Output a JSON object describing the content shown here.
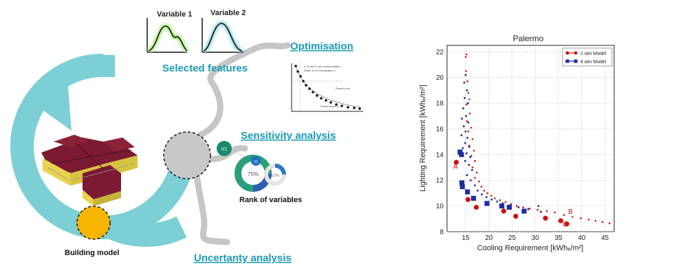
{
  "diagram": {
    "headings": {
      "optimisation": "Optimisation",
      "selected_features": "Selected features",
      "sensitivity": "Sensitivity analysis",
      "uncertainty": "Uncertanty analysis",
      "rank": "Rank of variables",
      "building": "Building model"
    },
    "variables": [
      "Variable 1",
      "Variable 2"
    ],
    "donut": {
      "badge": "V1",
      "inner_badge": "V2",
      "main_pct": "75%",
      "small_pct": "10%"
    },
    "pareto_mini": {
      "note_line1": "A, B and D are nondominated",
      "note_line2": "Either B or D dominates C",
      "front_label": "Pareto front",
      "solution_label": "Pareto solution"
    },
    "colors": {
      "accent": "#1a9bb5",
      "ring": "#7ccfd4",
      "node": "#c8c8c8",
      "building_dot": "#f7b500",
      "grey_link": "#c0c0c0"
    }
  },
  "chart_data": {
    "type": "scatter",
    "title": "Palermo",
    "xlabel": "Cooling Requirement  [kWhₑ/m²]",
    "ylabel": "Lighting Requirement  [kWhₑ/m²]",
    "xlim": [
      11,
      47
    ],
    "ylim": [
      8,
      22.5
    ],
    "xticks": [
      "15",
      "20",
      "25",
      "30",
      "35",
      "40",
      "45"
    ],
    "yticks": [
      "8",
      "10",
      "12",
      "14",
      "16",
      "18",
      "20",
      "22"
    ],
    "grid": true,
    "legend_position": "top-right",
    "annotations": [
      {
        "text": "A",
        "x": 12.8,
        "y": 12.9
      },
      {
        "text": "B",
        "x": 37.6,
        "y": 9.4
      },
      {
        "text": "C",
        "x": 36.4,
        "y": 8.4
      }
    ],
    "series": [
      {
        "name": "1 win Model",
        "color": "#cc1111",
        "marker": "circle",
        "highlighted": [
          [
            13.0,
            13.4
          ],
          [
            15.5,
            10.5
          ],
          [
            17.3,
            9.9
          ],
          [
            23.2,
            9.6
          ],
          [
            25.8,
            9.2
          ],
          [
            32.2,
            9.05
          ],
          [
            35.5,
            8.85
          ],
          [
            36.8,
            8.6
          ]
        ],
        "points": [
          [
            15.2,
            21.8
          ],
          [
            15.0,
            21.6
          ],
          [
            15.1,
            20.5
          ],
          [
            15.4,
            19.7
          ],
          [
            15.6,
            18.8
          ],
          [
            15.8,
            18.3
          ],
          [
            15.2,
            17.9
          ],
          [
            15.9,
            17.2
          ],
          [
            15.3,
            16.6
          ],
          [
            16.2,
            16.1
          ],
          [
            15.6,
            15.8
          ],
          [
            16.5,
            15.2
          ],
          [
            15.8,
            14.7
          ],
          [
            16.8,
            14.3
          ],
          [
            16.2,
            13.9
          ],
          [
            17.0,
            13.5
          ],
          [
            16.5,
            13.0
          ],
          [
            17.4,
            12.6
          ],
          [
            17.0,
            12.2
          ],
          [
            17.9,
            11.9
          ],
          [
            18.4,
            11.5
          ],
          [
            19.0,
            11.2
          ],
          [
            19.7,
            11.0
          ],
          [
            20.5,
            10.8
          ],
          [
            21.3,
            10.6
          ],
          [
            22.4,
            10.45
          ],
          [
            23.6,
            10.3
          ],
          [
            24.8,
            10.15
          ],
          [
            26.0,
            10.0
          ],
          [
            27.4,
            9.9
          ],
          [
            28.8,
            9.8
          ],
          [
            30.5,
            9.7
          ],
          [
            32.5,
            9.6
          ],
          [
            34.2,
            9.5
          ],
          [
            36.2,
            9.3
          ],
          [
            38.0,
            9.15
          ],
          [
            39.8,
            9.05
          ],
          [
            41.5,
            8.95
          ],
          [
            43.0,
            8.85
          ],
          [
            44.5,
            8.75
          ],
          [
            46.0,
            8.65
          ]
        ]
      },
      {
        "name": "4 win Model",
        "color": "#1f2d9e",
        "marker": "square",
        "highlighted": [
          [
            13.8,
            14.2
          ],
          [
            14.1,
            14.0
          ],
          [
            14.2,
            11.8
          ],
          [
            14.3,
            11.5
          ],
          [
            15.4,
            11.1
          ],
          [
            16.7,
            10.6
          ],
          [
            19.6,
            10.2
          ],
          [
            22.8,
            10.0
          ],
          [
            24.4,
            9.9
          ],
          [
            27.6,
            9.6
          ]
        ],
        "points": [
          [
            15.0,
            20.2
          ],
          [
            14.7,
            19.6
          ],
          [
            15.3,
            19.0
          ],
          [
            14.8,
            18.4
          ],
          [
            15.5,
            18.0
          ],
          [
            14.5,
            17.6
          ],
          [
            15.1,
            17.0
          ],
          [
            14.2,
            16.8
          ],
          [
            15.6,
            16.5
          ],
          [
            14.6,
            16.2
          ],
          [
            15.0,
            15.8
          ],
          [
            14.1,
            15.5
          ],
          [
            15.4,
            15.3
          ],
          [
            14.9,
            14.9
          ],
          [
            15.8,
            14.6
          ],
          [
            14.4,
            14.5
          ],
          [
            15.2,
            14.1
          ],
          [
            16.0,
            13.8
          ],
          [
            14.9,
            13.5
          ],
          [
            15.7,
            13.2
          ],
          [
            16.4,
            12.8
          ],
          [
            15.3,
            12.4
          ],
          [
            16.1,
            12.0
          ],
          [
            17.0,
            11.6
          ],
          [
            17.6,
            11.2
          ],
          [
            18.5,
            10.9
          ],
          [
            19.5,
            10.7
          ],
          [
            20.6,
            10.5
          ],
          [
            21.8,
            10.35
          ],
          [
            23.0,
            10.2
          ],
          [
            24.6,
            10.05
          ],
          [
            26.4,
            9.9
          ],
          [
            28.5,
            9.75
          ],
          [
            30.7,
            10.0
          ],
          [
            31.2,
            9.55
          ]
        ]
      }
    ]
  }
}
